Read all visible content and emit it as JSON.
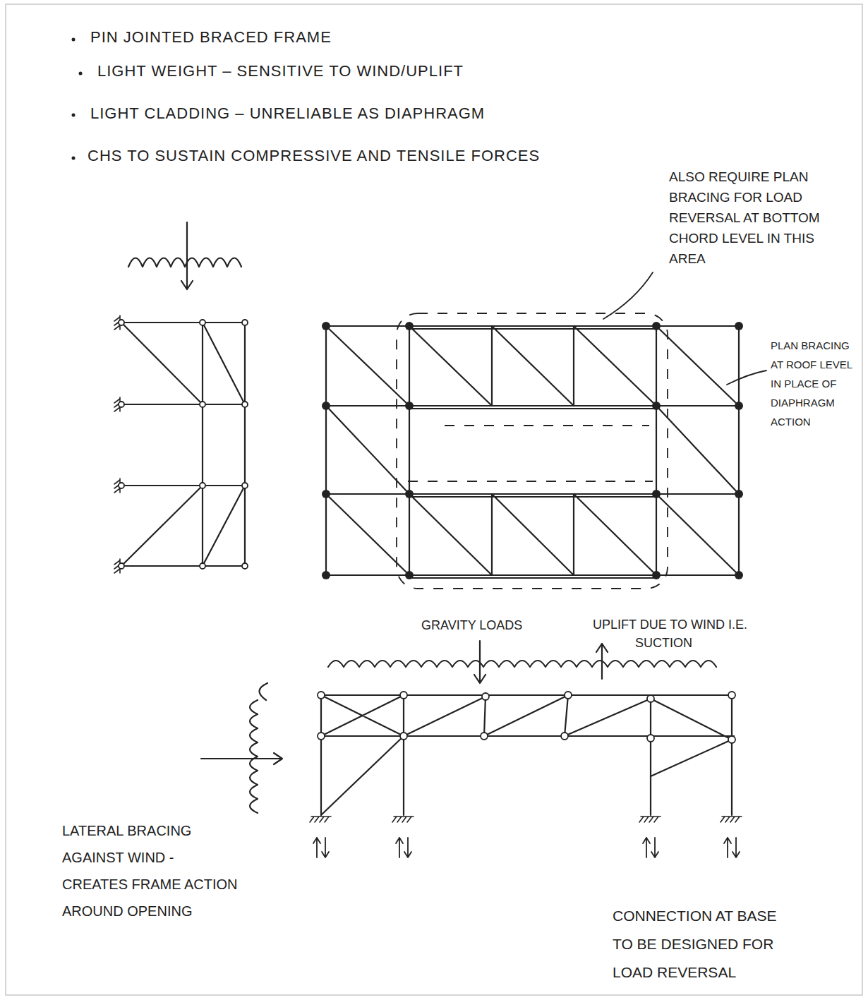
{
  "diagram": {
    "labels": [
      "PIN JOINTED BRACED FRAME",
      "LIGHT WEIGHT – SENSITIVE TO WIND/UPLIFT",
      "LIGHT CLADDING – UNRELIABLE AS DIAPHRAGM",
      "CHS TO SUSTAIN COMPRESSIVE AND TENSILE FORCES",
      "ALSO REQUIRE PLAN BRACING FOR LOAD REVERSAL AT BOTTOM CHORD LEVEL IN THIS AREA",
      "PLAN BRACING AT ROOF LEVEL IN PLACE OF DIAPHRAGM ACTION",
      "GRAVITY LOADS",
      "UPLIFT DUE TO WIND I.E. SUCTION",
      "LATERAL BRACING AGAINST WIND - CREATES FRAME ACTION AROUND OPENING",
      "CONNECTION AT BASE TO BE DESIGNED FOR LOAD REVERSAL"
    ]
  }
}
